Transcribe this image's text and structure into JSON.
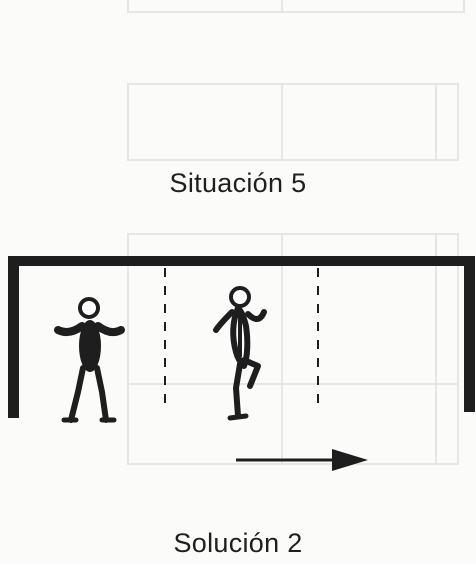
{
  "captions": {
    "situation": "Situación 5",
    "solution": "Solución 2"
  },
  "colors": {
    "ink": "#1e1e1e",
    "ghost": "#e7e7e5",
    "background": "#fbfbfa"
  },
  "diagram": {
    "players": [
      {
        "name": "player-left",
        "pose": "standing-arms-out"
      },
      {
        "name": "player-right",
        "pose": "running-one-knee-raised"
      }
    ],
    "arrow_direction": "right",
    "dashed_lines": 2
  }
}
